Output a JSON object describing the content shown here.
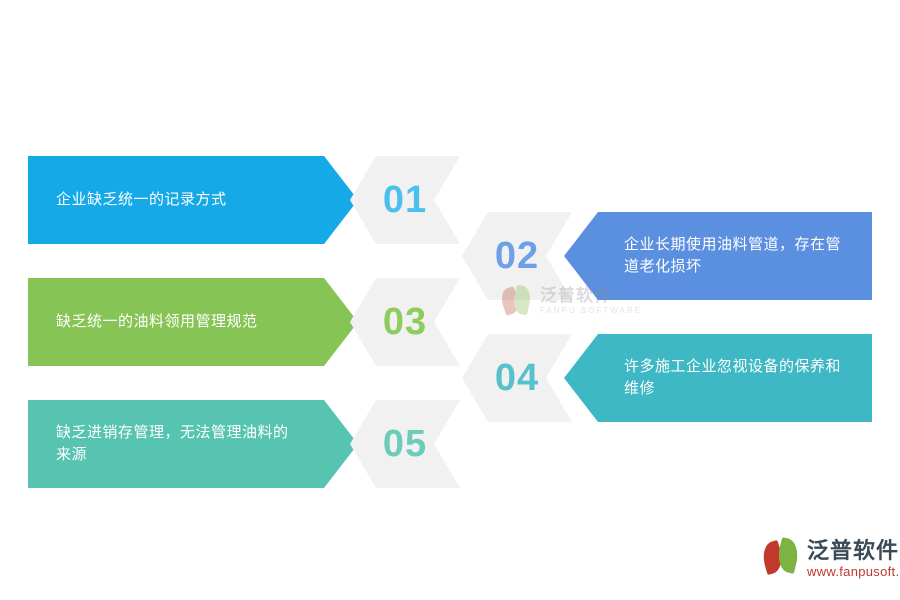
{
  "diagram": {
    "type": "numbered-arrow-list",
    "items": [
      {
        "number": "01",
        "text": "企业缺乏统一的记录方式",
        "color": "#16a9e8",
        "number_color": "#4bc0ef",
        "side": "left"
      },
      {
        "number": "02",
        "text": "企业长期使用油料管道，存在管道老化损坏",
        "color": "#5b8fe0",
        "number_color": "#6ea0e8",
        "side": "right"
      },
      {
        "number": "03",
        "text": "缺乏统一的油料领用管理规范",
        "color": "#87c456",
        "number_color": "#8fcc5e",
        "side": "left"
      },
      {
        "number": "04",
        "text": "许多施工企业忽视设备的保养和维修",
        "color": "#3eb8c4",
        "number_color": "#57c2cc",
        "side": "right"
      },
      {
        "number": "05",
        "text": "缺乏进销存管理，无法管理油料的来源",
        "color": "#56c4b0",
        "number_color": "#6cccba",
        "side": "left"
      }
    ]
  },
  "watermark": {
    "cn": "泛普软件",
    "en": "FANPU SOFTWARE"
  },
  "brand": {
    "cn": "泛普软件",
    "url": "www.fanpusoft.com"
  }
}
